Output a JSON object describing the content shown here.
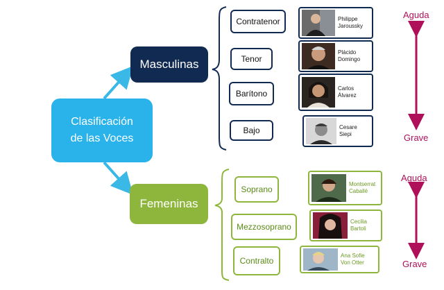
{
  "root": {
    "line1": "Clasificación",
    "line2": "de las Voces"
  },
  "masculinas": {
    "label": "Masculinas",
    "voices": [
      "Contratenor",
      "Tenor",
      "Barítono",
      "Bajo"
    ],
    "singers": [
      {
        "line1": "Philippe",
        "line2": "Jaroussky"
      },
      {
        "line1": "Plácido",
        "line2": "Domingo"
      },
      {
        "line1": "Carlos",
        "line2": "Álvarez"
      },
      {
        "line1": "Cesare",
        "line2": "Siepi"
      }
    ]
  },
  "femeninas": {
    "label": "Femeninas",
    "voices": [
      "Soprano",
      "Mezzosoprano",
      "Contralto"
    ],
    "singers": [
      {
        "line1": "Montserrat",
        "line2": "Caballé"
      },
      {
        "line1": "Cecilia",
        "line2": "Bartoli"
      },
      {
        "line1": "Ana Sofie",
        "line2": "Von Otter"
      }
    ]
  },
  "range_m": {
    "top": "Aguda",
    "bottom": "Grave"
  },
  "range_f": {
    "top": "Aguda",
    "bottom": "Grave"
  },
  "colors": {
    "root": "#2ab3ea",
    "masculinas": "#112a52",
    "femeninas": "#8fb63c",
    "arrow": "#b0105a",
    "connector": "#3ab8e6"
  }
}
